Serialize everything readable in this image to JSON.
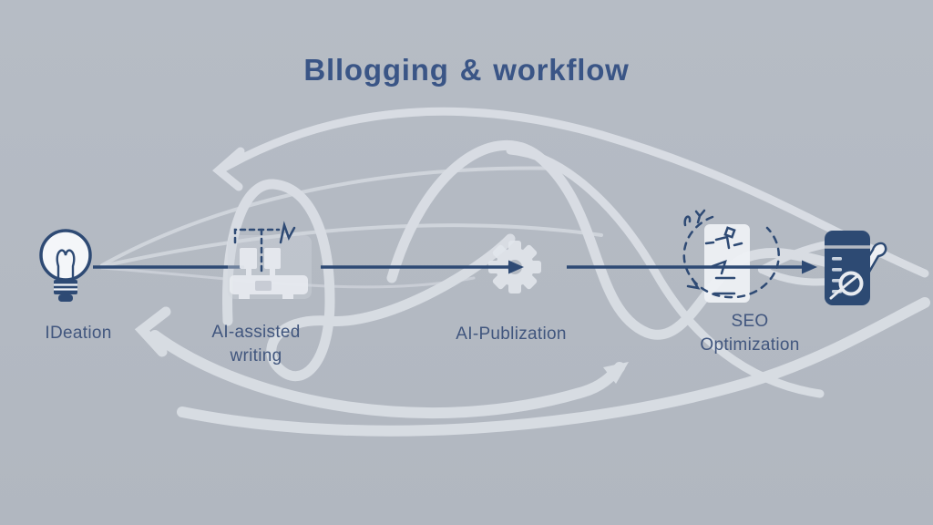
{
  "title": "Bllogging & workflow",
  "colors": {
    "background": "#b4bac3",
    "flow_navy": "#2e4a74",
    "text_navy": "#3b5583",
    "swoosh_white": "#e1e5eb",
    "icon_white": "#eef0f4",
    "dark_icon_navy": "#2d4a73"
  },
  "stages": [
    {
      "label": "IDeation",
      "icon": "lightbulb-icon"
    },
    {
      "label_line1": "AI-assisted",
      "label_line2": "writing",
      "icon": "typewriter-icon"
    },
    {
      "label": "AI-Publization",
      "icon": "gear-icon"
    },
    {
      "label_line1": "SEO",
      "label_line2": "Optimization",
      "icon": "seo-document-refresh-icon"
    },
    {
      "icon": "notebook-magnifier-pen-icon"
    }
  ]
}
